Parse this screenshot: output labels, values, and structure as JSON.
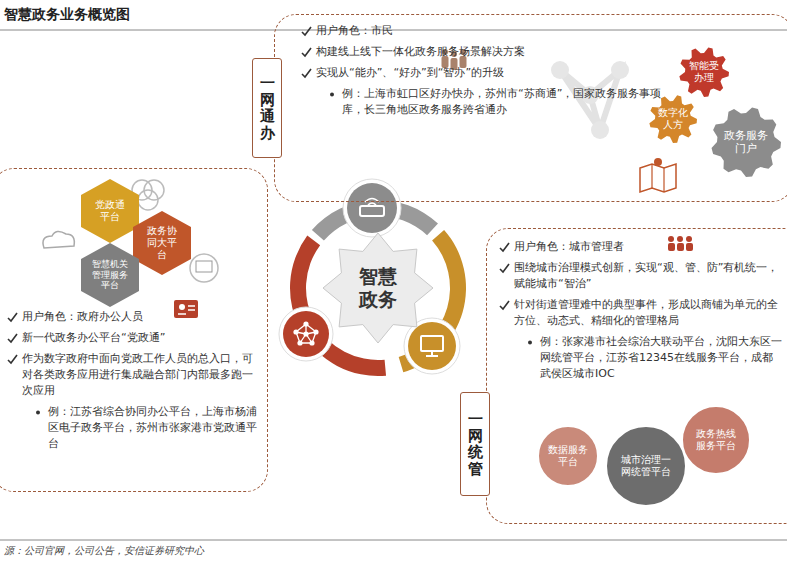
{
  "diagram": {
    "title": "智慧政务业务概览图",
    "caption": "源：公司官网，公司公告，安信证券研究中心",
    "nodes": [
      {
        "text": [
          "智慧 政务"
        ]
      },
      {
        "text": [
          "用户角色：市民",
          "构建线上线下一体化政务服务场景解决方案",
          "实现从“能办”、“好办”到“智办”的升级",
          "例：上海市虹口区好办快办，苏州市“苏商通”，国家政务服务事项库，长三角地区政务服务跨省通办"
        ]
      },
      {
        "text": [
          "一网通办"
        ]
      },
      {
        "text": [
          "智能受办理"
        ],
        "in": 1
      },
      {
        "text": [
          "数字化人方"
        ],
        "in": 1
      },
      {
        "text": [
          "政务服务门户"
        ],
        "in": 1
      },
      {
        "text": [
          "用户角色：政府办公人员",
          "新一代政务办公平台“党政通”",
          "作为数字政府中面向党政工作人员的总入口，可对各类政务应用进行集成融合部门内部最多跑一次应用",
          "例：江苏省综合协同办公平台，上海市杨浦区电子政务平台，苏州市张家港市党政通平台"
        ]
      },
      {
        "text": [
          "党政通平台"
        ],
        "in": 6
      },
      {
        "text": [
          "政务协同大平台"
        ],
        "in": 6
      },
      {
        "text": [
          "智慧机关管理服务平台"
        ],
        "in": 6
      },
      {
        "text": [
          "用户角色：城市管理者",
          "围绕城市治理模式创新，实现“观、管、防”有机统一，赋能城市“智治”",
          "针对街道管理难中的典型事件，形成以商铺为单元的全方位、动态式、精细化的管理格局",
          "例：张家港市社会综治大联动平台，沈阳大东区一网统管平台，江苏省12345在线服务平台，成都武侯区城市IOC"
        ]
      },
      {
        "text": [
          "一网统管"
        ]
      },
      {
        "text": [
          "数据服务平台"
        ],
        "in": 10
      },
      {
        "text": [
          "城市治理一网统管平台"
        ],
        "in": 10
      },
      {
        "text": [
          "政务热线服务平台"
        ],
        "in": 10
      }
    ]
  }
}
